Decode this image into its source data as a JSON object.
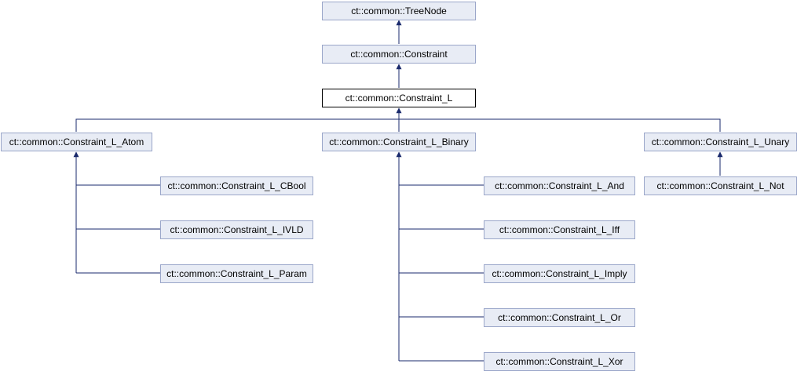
{
  "colors": {
    "node_fill": "#e8ecf5",
    "node_border": "#9aa6c9",
    "current_node_fill": "#ffffff",
    "current_node_border": "#000000",
    "edge": "#1a2a6c"
  },
  "nodes": {
    "treenode": "ct::common::TreeNode",
    "constraint": "ct::common::Constraint",
    "constraint_l": "ct::common::Constraint_L",
    "atom": "ct::common::Constraint_L_Atom",
    "binary": "ct::common::Constraint_L_Binary",
    "unary": "ct::common::Constraint_L_Unary",
    "cbool": "ct::common::Constraint_L_CBool",
    "ivld": "ct::common::Constraint_L_IVLD",
    "param": "ct::common::Constraint_L_Param",
    "and": "ct::common::Constraint_L_And",
    "iff": "ct::common::Constraint_L_Iff",
    "imply": "ct::common::Constraint_L_Imply",
    "or": "ct::common::Constraint_L_Or",
    "xor": "ct::common::Constraint_L_Xor",
    "not": "ct::common::Constraint_L_Not"
  },
  "edges": [
    [
      "constraint",
      "treenode"
    ],
    [
      "constraint_l",
      "constraint"
    ],
    [
      "atom",
      "constraint_l"
    ],
    [
      "binary",
      "constraint_l"
    ],
    [
      "unary",
      "constraint_l"
    ],
    [
      "cbool",
      "atom"
    ],
    [
      "ivld",
      "atom"
    ],
    [
      "param",
      "atom"
    ],
    [
      "and",
      "binary"
    ],
    [
      "iff",
      "binary"
    ],
    [
      "imply",
      "binary"
    ],
    [
      "or",
      "binary"
    ],
    [
      "xor",
      "binary"
    ],
    [
      "not",
      "unary"
    ]
  ]
}
